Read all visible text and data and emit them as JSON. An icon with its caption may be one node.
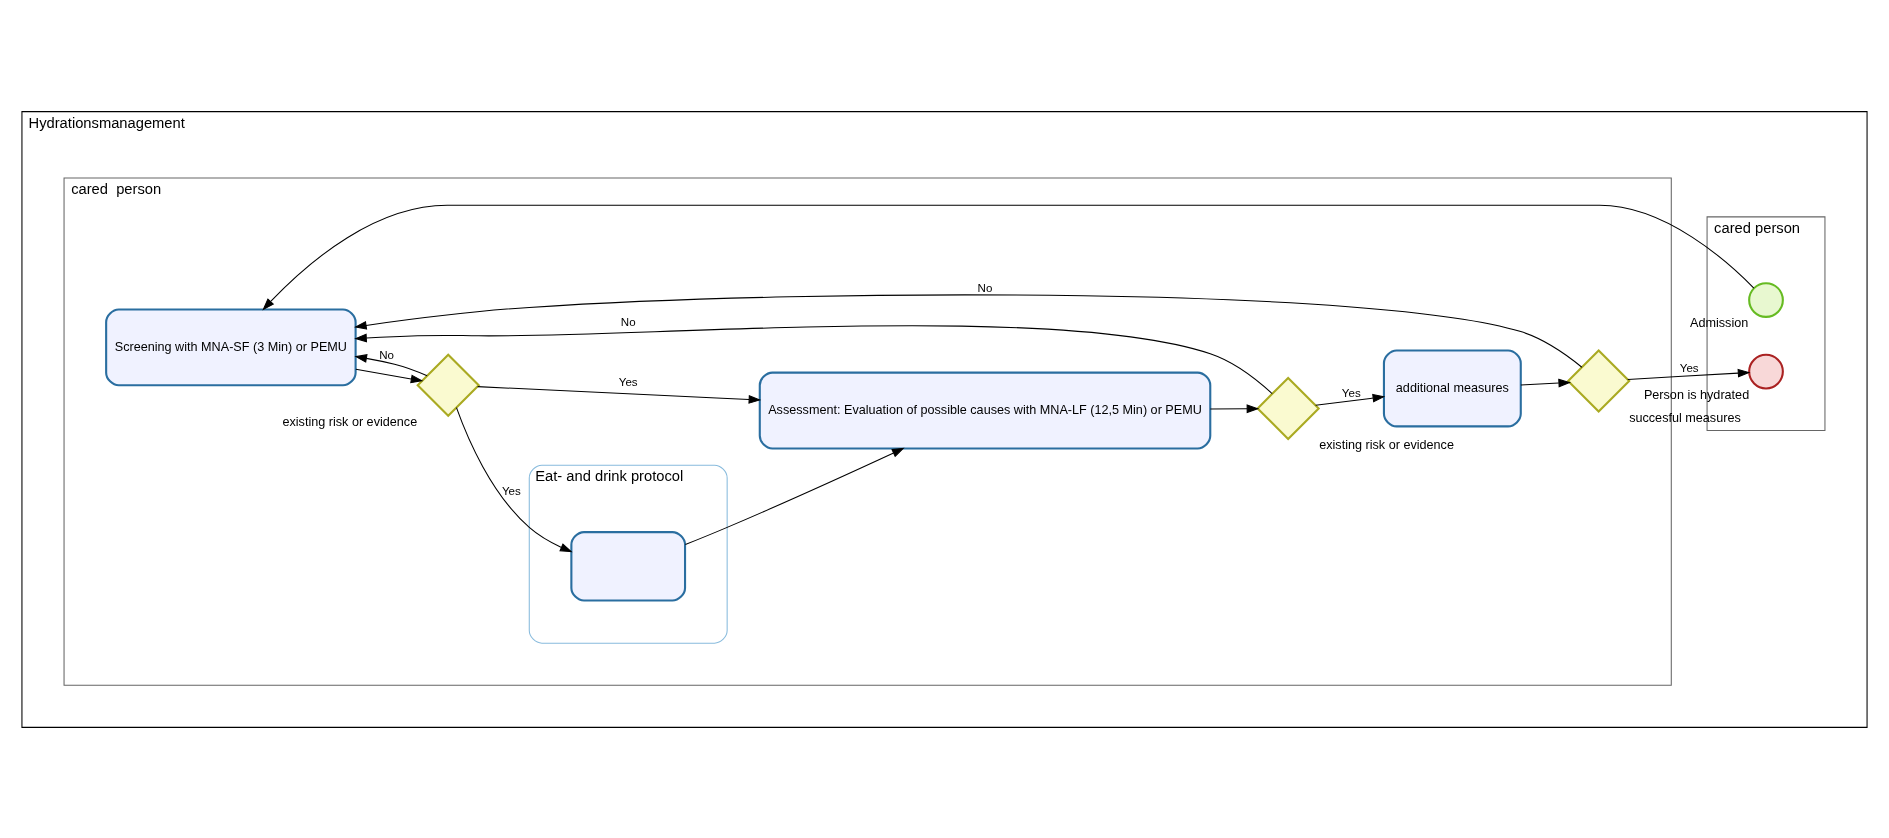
{
  "diagram": {
    "nodes": [
      {
        "text": [
          "Hydrationsmanagement"
        ]
      },
      {
        "text": [
          "cared person"
        ],
        "in": 0
      },
      {
        "text": [
          "cared  person"
        ],
        "in": 0
      },
      {
        "text": [],
        "shape": "circle",
        "beside": [
          "Admission"
        ],
        "in": 1
      },
      {
        "text": [],
        "shape": "circle",
        "beside": [
          "Person is hydrated"
        ],
        "in": 1
      },
      {
        "text": [
          "Screening with MNA-SF (3 Min) or PEMU"
        ],
        "in": 2
      },
      {
        "text": [],
        "shape": "diamond",
        "beside": [
          "existing risk or evidence"
        ],
        "in": 2
      },
      {
        "text": [
          "Eat- and drink protocol"
        ],
        "in": 2
      },
      {
        "text": [],
        "shape": "box",
        "in": 7
      },
      {
        "text": [
          "Assessment: Evaluation of possible causes with MNA-LF (12,5 Min) or PEMU"
        ],
        "in": 2
      },
      {
        "text": [],
        "shape": "diamond",
        "beside": [
          "existing risk or evidence"
        ],
        "in": 2
      },
      {
        "text": [
          "additional measures"
        ],
        "in": 2
      },
      {
        "text": [],
        "shape": "diamond",
        "beside": [
          "succesful measures"
        ],
        "in": 2
      }
    ],
    "edges": [
      {
        "from": 3,
        "to": 5,
        "arrow": "to"
      },
      {
        "from": 5,
        "to": 6,
        "arrow": "to"
      },
      {
        "from": 6,
        "to": 8,
        "arrow": "to",
        "label": "Yes"
      },
      {
        "from": 6,
        "to": 9,
        "arrow": "to",
        "label": "Yes"
      },
      {
        "from": 6,
        "to": 5,
        "arrow": "to",
        "label": "No"
      },
      {
        "from": 8,
        "to": 9,
        "arrow": "to"
      },
      {
        "from": 9,
        "to": 10,
        "arrow": "to"
      },
      {
        "from": 10,
        "to": 11,
        "arrow": "to",
        "label": "Yes"
      },
      {
        "from": 10,
        "to": 5,
        "arrow": "to",
        "label": "No"
      },
      {
        "from": 11,
        "to": 12,
        "arrow": "to"
      },
      {
        "from": 12,
        "to": 4,
        "arrow": "to",
        "label": "Yes"
      },
      {
        "from": 12,
        "to": 5,
        "arrow": "to",
        "label": "No"
      }
    ]
  }
}
